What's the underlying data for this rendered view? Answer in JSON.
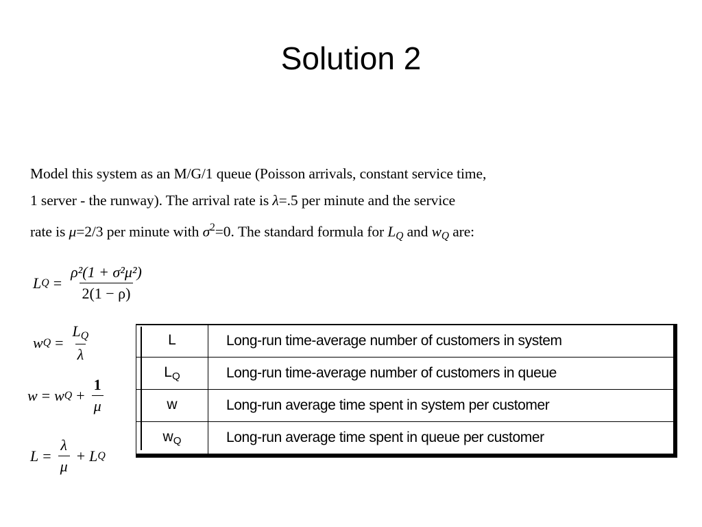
{
  "title": "Solution 2",
  "paragraph": {
    "line1": "Model this system as an M/G/1 queue (Poisson arrivals, constant service time,",
    "line2_a": "1 server -  the runway).  The arrival rate is ",
    "line2_lambda": "λ",
    "line2_b": "=.5 per minute and the service",
    "line3_a": "rate is ",
    "line3_mu": "μ",
    "line3_b": "=2/3 per minute with ",
    "line3_sigma": "σ",
    "line3_sq": "2",
    "line3_c": "=0.  The standard formula for ",
    "line3_L": "L",
    "line3_Q1": "Q",
    "line3_and": " and ",
    "line3_w": "w",
    "line3_Q2": "Q",
    "line3_end": " are:"
  },
  "formulas": {
    "lq": {
      "lhs": "L",
      "sub": "Q",
      "eq": "=",
      "num": "ρ²(1 + σ²μ²)",
      "den": "2(1 − ρ)"
    },
    "wq": {
      "lhs": "w",
      "sub": "Q",
      "eq": "=",
      "num_main": "L",
      "num_sub": "Q",
      "den": "λ"
    },
    "w": {
      "lhs": "w",
      "eq": "=",
      "t1": "w",
      "t1_sub": "Q",
      "plus": "+",
      "num": "1",
      "den": "μ"
    },
    "l": {
      "lhs": "L",
      "eq": "=",
      "num": "λ",
      "den": "μ",
      "plus": "+",
      "t2": "L",
      "t2_sub": "Q"
    }
  },
  "table": {
    "rows": [
      {
        "symbol": "L",
        "symbol_sub": "",
        "description": "Long-run time-average number of customers in system"
      },
      {
        "symbol": "L",
        "symbol_sub": "Q",
        "description": "Long-run time-average number of customers in queue"
      },
      {
        "symbol": "w",
        "symbol_sub": "",
        "description": "Long-run average time spent in system per customer"
      },
      {
        "symbol": "w",
        "symbol_sub": "Q",
        "description": "Long-run average time spent in queue per customer"
      }
    ]
  }
}
